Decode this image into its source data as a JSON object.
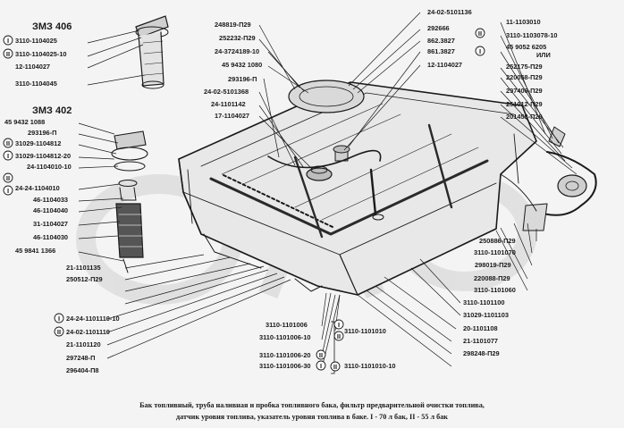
{
  "engines": {
    "e1": "ЗМЗ 406",
    "e2": "ЗМЗ 402"
  },
  "marks": {
    "I": "I",
    "II": "II"
  },
  "labels": {
    "l01": "3110-1104025",
    "l02": "3110-1104025-10",
    "l03": "12-1104027",
    "l04": "3110-1104045",
    "l05": "45 9432 1088",
    "l06": "293196-П",
    "l07": "31029-1104812",
    "l08": "31029-1104812-20",
    "l09": "24-1104010-10",
    "l10": "24-24-1104010",
    "l11": "46-1104033",
    "l12": "46-1104040",
    "l13": "31-1104027",
    "l14": "46-1104030",
    "l15": "45 9841 1366",
    "l16": "248819-П29",
    "l17": "252232-П29",
    "l18": "24-3724189-10",
    "l19": "45 9432 1080",
    "l20": "293196-П",
    "l21": "24-02-5101368",
    "l22": "24-1101142",
    "l23": "17-1104027",
    "l24": "24-02-5101136",
    "l25": "292666",
    "l26": "862.3827",
    "l27": "861.3827",
    "l28": "12-1104027",
    "l29": "11-1103010",
    "l30": "3110-1103078-10",
    "l31": "45 9052 6205",
    "l32": "ИЛИ",
    "l33": "252175-П29",
    "l34": "220058-П29",
    "l35": "297406-П29",
    "l36": "251012-П29",
    "l37": "201458-П29",
    "l38": "250886-П29",
    "l39": "3110-1101070",
    "l40": "298019-П29",
    "l41": "220088-П29",
    "l42": "3110-1101060",
    "l43": "3110-1101100",
    "l44": "31029-1101103",
    "l45": "20-1101108",
    "l46": "21-1101077",
    "l47": "298248-П29",
    "l48": "21-1101135",
    "l49": "250512-П29",
    "l50": "24-24-1101110-10",
    "l51": "24-02-1101110",
    "l52": "21-1101120",
    "l53": "297248-П",
    "l54": "296404-П8",
    "l55": "3110-1101006",
    "l56": "3110-1101006-10",
    "l57": "3110-1101006-20",
    "l58": "3110-1101006-30",
    "l59": "3110-1101010",
    "l60": "3110-1101010-10"
  },
  "caption": {
    "line1": "Бак топливный, труба наливная и пробка топливного бака, фильтр предварительной очистки топлива,",
    "line2": "датчик уровня топлива, указатель уровня топлива в баке. I - 70 л бак, II - 55 л бак"
  }
}
